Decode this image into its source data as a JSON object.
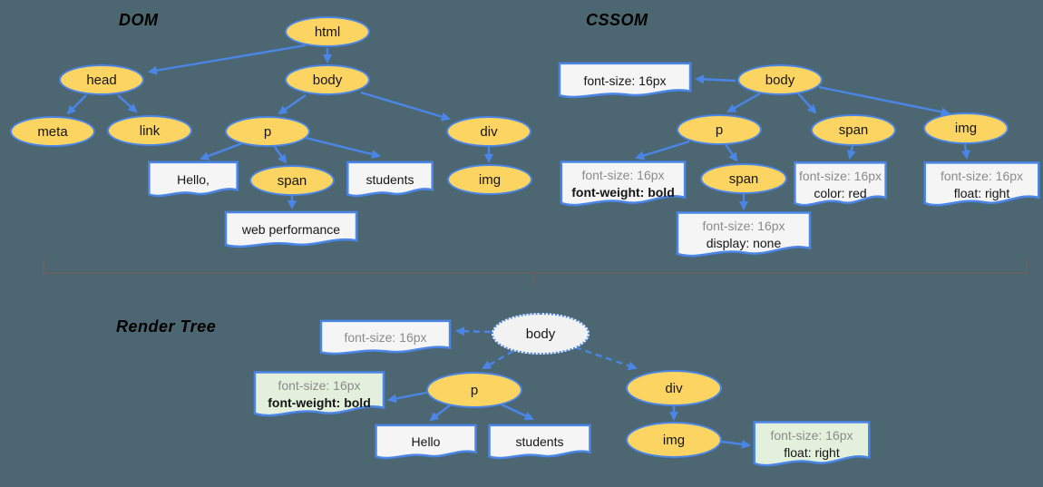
{
  "titles": {
    "dom": "DOM",
    "cssom": "CSSOM",
    "render": "Render Tree"
  },
  "dom": {
    "nodes": {
      "html": "html",
      "head": "head",
      "body": "body",
      "meta": "meta",
      "link": "link",
      "p": "p",
      "span": "span",
      "div": "div",
      "img": "img"
    },
    "boxes": {
      "hello": "Hello,",
      "students": "students",
      "webperf": "web performance"
    }
  },
  "cssom": {
    "nodes": {
      "body": "body",
      "p": "p",
      "span": "span",
      "img": "img",
      "span_child": "span"
    },
    "rules": {
      "body_rule": {
        "line1": "font-size: 16px"
      },
      "p_rule": {
        "line1": "font-size: 16px",
        "line2": "font-weight: bold"
      },
      "span_child_rule": {
        "line1": "font-size: 16px",
        "line2": "display: none"
      },
      "span_rule": {
        "line1": "font-size: 16px",
        "line2": "color: red"
      },
      "img_rule": {
        "line1": "font-size: 16px",
        "line2": "float: right"
      }
    }
  },
  "render": {
    "nodes": {
      "body": "body",
      "p": "p",
      "div": "div",
      "img": "img"
    },
    "rules": {
      "body_rule": {
        "line1": "font-size: 16px"
      },
      "p_rule": {
        "line1": "font-size: 16px",
        "line2": "font-weight: bold"
      },
      "img_rule": {
        "line1": "font-size: 16px",
        "line2": "float: right"
      }
    },
    "boxes": {
      "hello": "Hello",
      "students": "students"
    }
  },
  "colors": {
    "background": "#4c6772",
    "node_fill": "#fcd462",
    "edge_blue": "#4a86e8",
    "box_fill": "#f5f5f5",
    "green_fill": "#e2f0dc",
    "gray_text": "#8b8b8b",
    "divider": "#636363"
  }
}
